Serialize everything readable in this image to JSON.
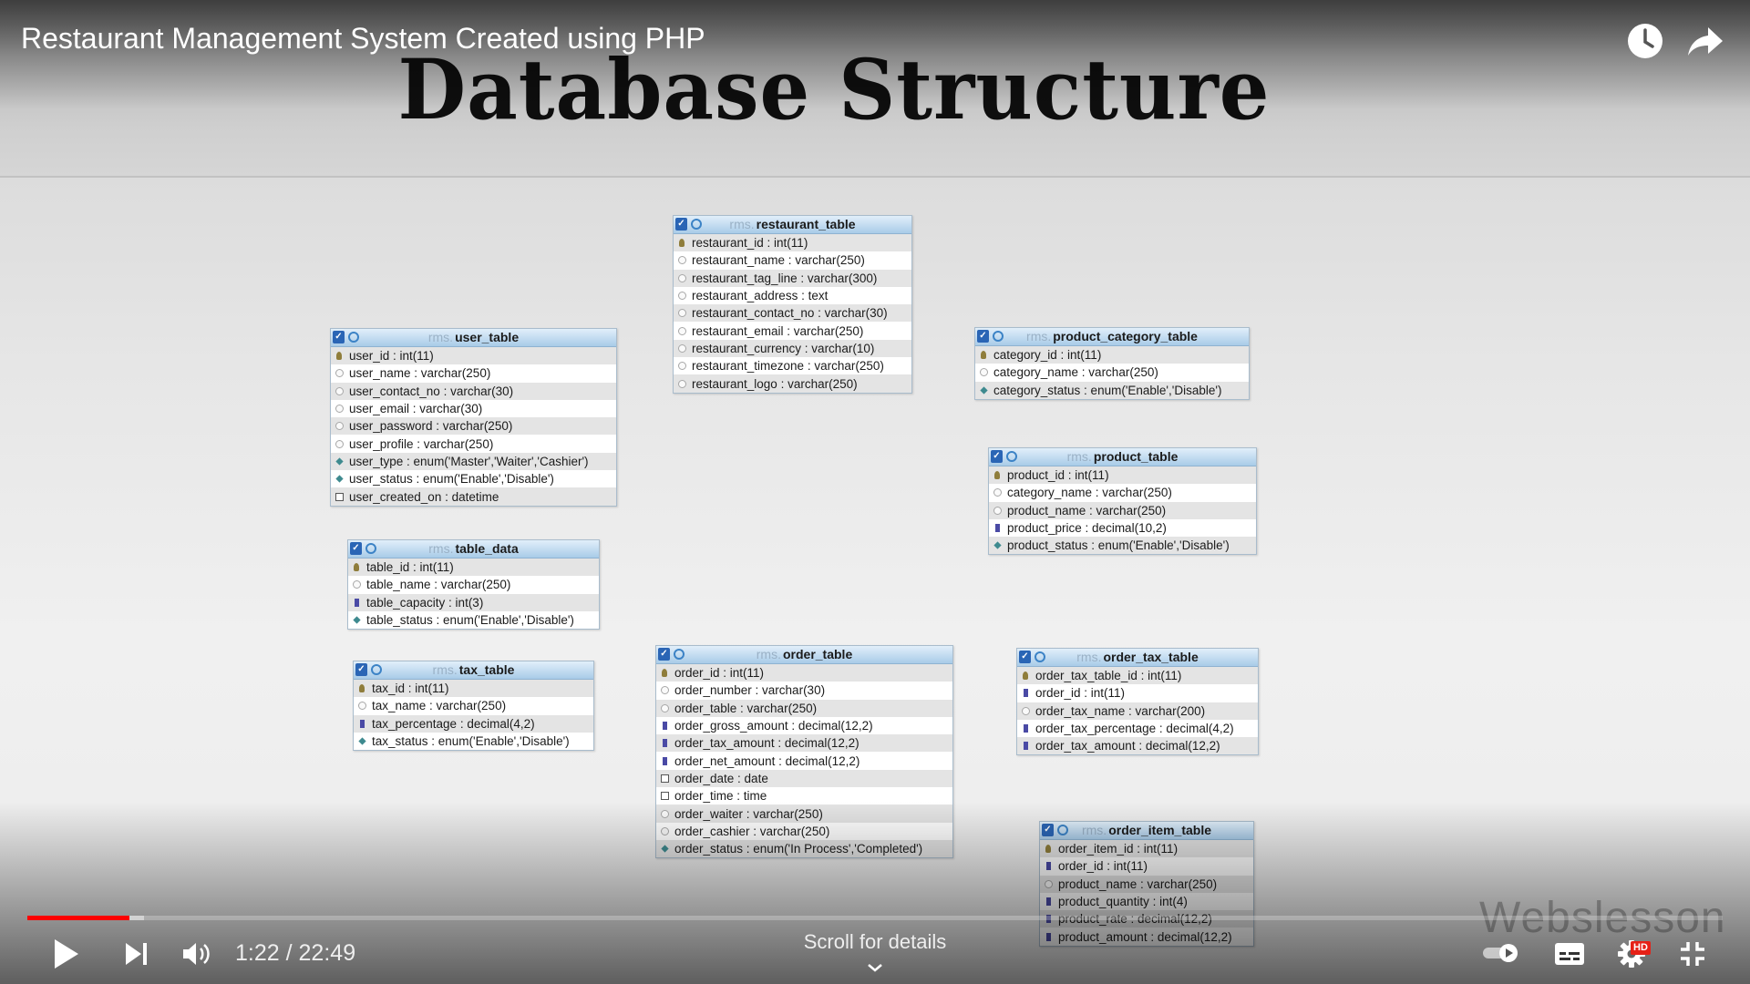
{
  "video": {
    "title": "Restaurant Management System Created using PHP",
    "current_time": "1:22",
    "duration": "22:49",
    "played_fraction": 0.0601,
    "loaded_fraction": 0.0688,
    "scroll_hint": "Scroll for details",
    "hd_badge": "HD"
  },
  "slide": {
    "heading": "Database Structure",
    "watermark": "Webslesson",
    "db_prefix": "rms.",
    "tables": [
      {
        "name": "restaurant_table",
        "fields": [
          {
            "icon": "key",
            "text": "restaurant_id : int(11)"
          },
          {
            "icon": "field",
            "text": "restaurant_name : varchar(250)"
          },
          {
            "icon": "field",
            "text": "restaurant_tag_line : varchar(300)"
          },
          {
            "icon": "field",
            "text": "restaurant_address : text"
          },
          {
            "icon": "field",
            "text": "restaurant_contact_no : varchar(30)"
          },
          {
            "icon": "field",
            "text": "restaurant_email : varchar(250)"
          },
          {
            "icon": "field",
            "text": "restaurant_currency : varchar(10)"
          },
          {
            "icon": "field",
            "text": "restaurant_timezone : varchar(250)"
          },
          {
            "icon": "field",
            "text": "restaurant_logo : varchar(250)"
          }
        ]
      },
      {
        "name": "user_table",
        "fields": [
          {
            "icon": "key",
            "text": "user_id : int(11)"
          },
          {
            "icon": "field",
            "text": "user_name : varchar(250)"
          },
          {
            "icon": "field",
            "text": "user_contact_no : varchar(30)"
          },
          {
            "icon": "field",
            "text": "user_email : varchar(30)"
          },
          {
            "icon": "field",
            "text": "user_password : varchar(250)"
          },
          {
            "icon": "field",
            "text": "user_profile : varchar(250)"
          },
          {
            "icon": "enum",
            "text": "user_type : enum('Master','Waiter','Cashier')"
          },
          {
            "icon": "enum",
            "text": "user_status : enum('Enable','Disable')"
          },
          {
            "icon": "date",
            "text": "user_created_on : datetime"
          }
        ]
      },
      {
        "name": "product_category_table",
        "fields": [
          {
            "icon": "key",
            "text": "category_id : int(11)"
          },
          {
            "icon": "field",
            "text": "category_name : varchar(250)"
          },
          {
            "icon": "enum",
            "text": "category_status : enum('Enable','Disable')"
          }
        ]
      },
      {
        "name": "product_table",
        "fields": [
          {
            "icon": "key",
            "text": "product_id : int(11)"
          },
          {
            "icon": "field",
            "text": "category_name : varchar(250)"
          },
          {
            "icon": "field",
            "text": "product_name : varchar(250)"
          },
          {
            "icon": "num",
            "text": "product_price : decimal(10,2)"
          },
          {
            "icon": "enum",
            "text": "product_status : enum('Enable','Disable')"
          }
        ]
      },
      {
        "name": "table_data",
        "fields": [
          {
            "icon": "key",
            "text": "table_id : int(11)"
          },
          {
            "icon": "field",
            "text": "table_name : varchar(250)"
          },
          {
            "icon": "num",
            "text": "table_capacity : int(3)"
          },
          {
            "icon": "enum",
            "text": "table_status : enum('Enable','Disable')"
          }
        ]
      },
      {
        "name": "tax_table",
        "fields": [
          {
            "icon": "key",
            "text": "tax_id : int(11)"
          },
          {
            "icon": "field",
            "text": "tax_name : varchar(250)"
          },
          {
            "icon": "num",
            "text": "tax_percentage : decimal(4,2)"
          },
          {
            "icon": "enum",
            "text": "tax_status : enum('Enable','Disable')"
          }
        ]
      },
      {
        "name": "order_table",
        "fields": [
          {
            "icon": "key",
            "text": "order_id : int(11)"
          },
          {
            "icon": "field",
            "text": "order_number : varchar(30)"
          },
          {
            "icon": "field",
            "text": "order_table : varchar(250)"
          },
          {
            "icon": "num",
            "text": "order_gross_amount : decimal(12,2)"
          },
          {
            "icon": "num",
            "text": "order_tax_amount : decimal(12,2)"
          },
          {
            "icon": "num",
            "text": "order_net_amount : decimal(12,2)"
          },
          {
            "icon": "date",
            "text": "order_date : date"
          },
          {
            "icon": "date",
            "text": "order_time : time"
          },
          {
            "icon": "field",
            "text": "order_waiter : varchar(250)"
          },
          {
            "icon": "field",
            "text": "order_cashier : varchar(250)"
          },
          {
            "icon": "enum",
            "text": "order_status : enum('In Process','Completed')"
          }
        ]
      },
      {
        "name": "order_tax_table",
        "fields": [
          {
            "icon": "key",
            "text": "order_tax_table_id : int(11)"
          },
          {
            "icon": "num",
            "text": "order_id : int(11)"
          },
          {
            "icon": "field",
            "text": "order_tax_name : varchar(200)"
          },
          {
            "icon": "num",
            "text": "order_tax_percentage : decimal(4,2)"
          },
          {
            "icon": "num",
            "text": "order_tax_amount : decimal(12,2)"
          }
        ]
      },
      {
        "name": "order_item_table",
        "fields": [
          {
            "icon": "key",
            "text": "order_item_id : int(11)"
          },
          {
            "icon": "num",
            "text": "order_id : int(11)"
          },
          {
            "icon": "field",
            "text": "product_name : varchar(250)"
          },
          {
            "icon": "num",
            "text": "product_quantity : int(4)"
          },
          {
            "icon": "num",
            "text": "product_rate : decimal(12,2)"
          },
          {
            "icon": "num",
            "text": "product_amount : decimal(12,2)"
          }
        ]
      }
    ]
  },
  "colors": {
    "progress_played": "#ff0000",
    "table_header": "#a8cbe8",
    "hd_badge": "#e62117"
  }
}
